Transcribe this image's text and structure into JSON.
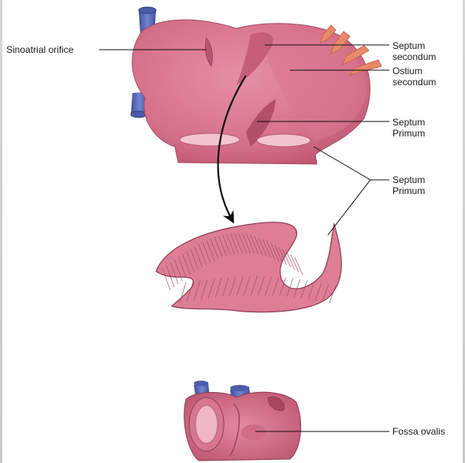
{
  "labels": {
    "sinoatrial_orifice": "Sinoatrial orifice",
    "septum_secondum": [
      "Septum",
      "secondum"
    ],
    "ostium_secondum": [
      "Ostium",
      "secondum"
    ],
    "septum_primum_top": [
      "Septum",
      "Primum"
    ],
    "septum_primum_mid": [
      "Septum",
      "Primum"
    ],
    "fossa_ovalis": "Fossa ovalis"
  },
  "colors": {
    "tissue": "#d9748b",
    "tissue_dark": "#b9506a",
    "tissue_light": "#f0b9c4",
    "vessel": "#5a6fb8",
    "vein": "#e8896a",
    "line": "#111111"
  }
}
